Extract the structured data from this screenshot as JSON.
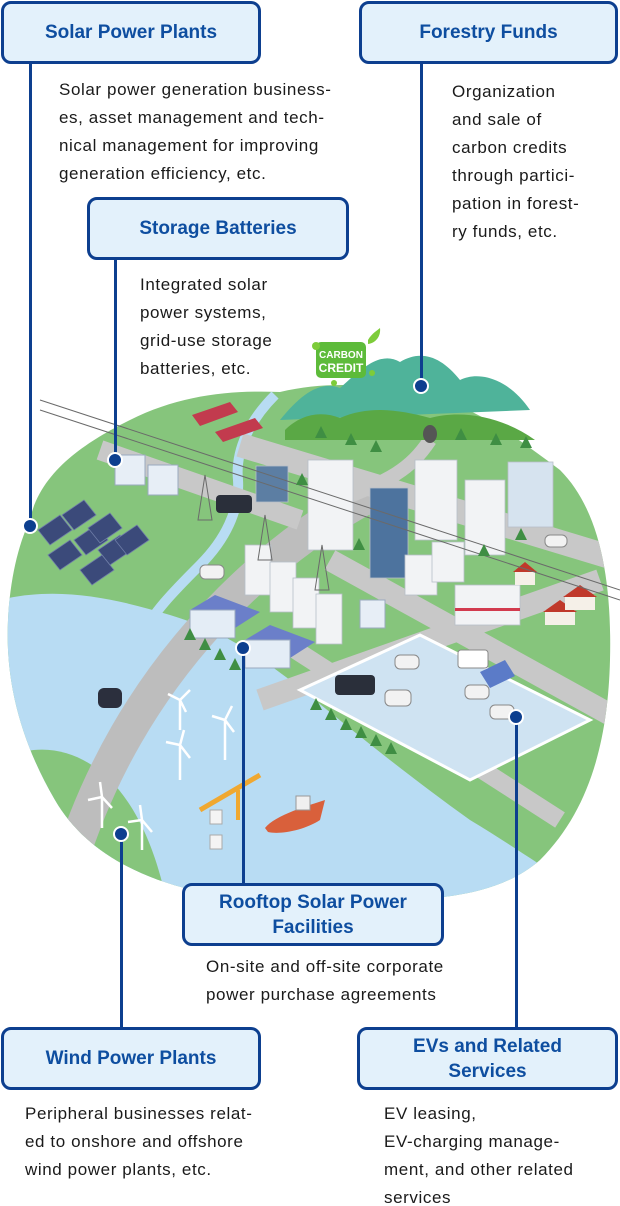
{
  "title": "Business areas illustration",
  "labels": {
    "solar": {
      "title": "Solar Power Plants",
      "description": "Solar power generation business-\nes, asset management and tech-\nnical management for improving\ngeneration efficiency, etc."
    },
    "forestry": {
      "title": "Forestry Funds",
      "description": "Organization\nand sale of\ncarbon credits\nthrough partici-\npation in forest-\nry funds, etc."
    },
    "storage": {
      "title": "Storage Batteries",
      "description": "Integrated solar\npower systems,\ngrid-use storage\nbatteries, etc."
    },
    "rooftop": {
      "title_line1": "Rooftop Solar Power",
      "title_line2": "Facilities",
      "description": "On-site and off-site corporate\npower purchase agreements"
    },
    "wind": {
      "title": "Wind Power Plants",
      "description": "Peripheral businesses relat-\ned to onshore and offshore\nwind power plants, etc."
    },
    "ev": {
      "title_line1": "EVs and Related",
      "title_line2": "Services",
      "description": "EV leasing,\nEV-charging manage-\nment, and other related\nservices"
    }
  },
  "carbon_badge": {
    "line1": "CARBON",
    "line2": "CREDIT"
  },
  "colors": {
    "box_fill": "#e3f1fb",
    "box_border": "#0d3f8f",
    "box_text": "#0e4ea0",
    "land": "#86c57c",
    "water": "#b8dcf3",
    "road": "#c4c4c4",
    "mountain": "#4fb39a",
    "forest": "#5aa845",
    "carbon_badge": "#5dbb3a"
  }
}
